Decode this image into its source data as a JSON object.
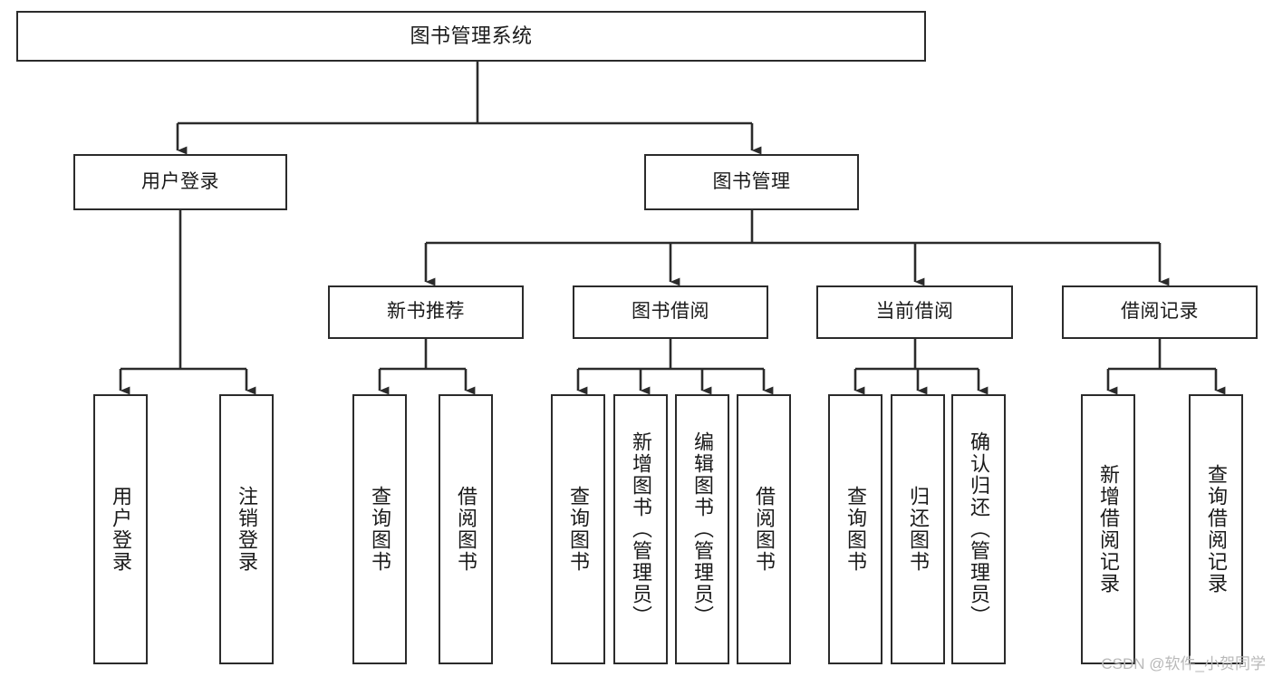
{
  "diagram": {
    "title": "图书管理系统",
    "type": "hierarchy-tree",
    "colors": {
      "box_border": "#2b2b2b",
      "box_fill": "#ffffff",
      "edge": "#2b2b2b",
      "text": "#1a1a1a",
      "watermark": "#b9b9b9"
    },
    "root": {
      "label": "图书管理系统"
    },
    "level2": [
      {
        "label": "用户登录"
      },
      {
        "label": "图书管理"
      }
    ],
    "level3": [
      {
        "label": "新书推荐"
      },
      {
        "label": "图书借阅"
      },
      {
        "label": "当前借阅"
      },
      {
        "label": "借阅记录"
      }
    ],
    "leaves": [
      {
        "label": "用户登录",
        "parent": "用户登录"
      },
      {
        "label": "注销登录",
        "parent": "用户登录"
      },
      {
        "label": "查询图书",
        "parent": "新书推荐"
      },
      {
        "label": "借阅图书",
        "parent": "新书推荐"
      },
      {
        "label": "查询图书",
        "parent": "图书借阅"
      },
      {
        "label": "新增图书（管理员）",
        "parent": "图书借阅"
      },
      {
        "label": "编辑图书（管理员）",
        "parent": "图书借阅"
      },
      {
        "label": "借阅图书",
        "parent": "图书借阅"
      },
      {
        "label": "查询图书",
        "parent": "当前借阅"
      },
      {
        "label": "归还图书",
        "parent": "当前借阅"
      },
      {
        "label": "确认归还（管理员）",
        "parent": "当前借阅"
      },
      {
        "label": "新增借阅记录",
        "parent": "借阅记录"
      },
      {
        "label": "查询借阅记录",
        "parent": "借阅记录"
      }
    ]
  },
  "watermark": {
    "text": "CSDN @软件_小贺同学"
  }
}
